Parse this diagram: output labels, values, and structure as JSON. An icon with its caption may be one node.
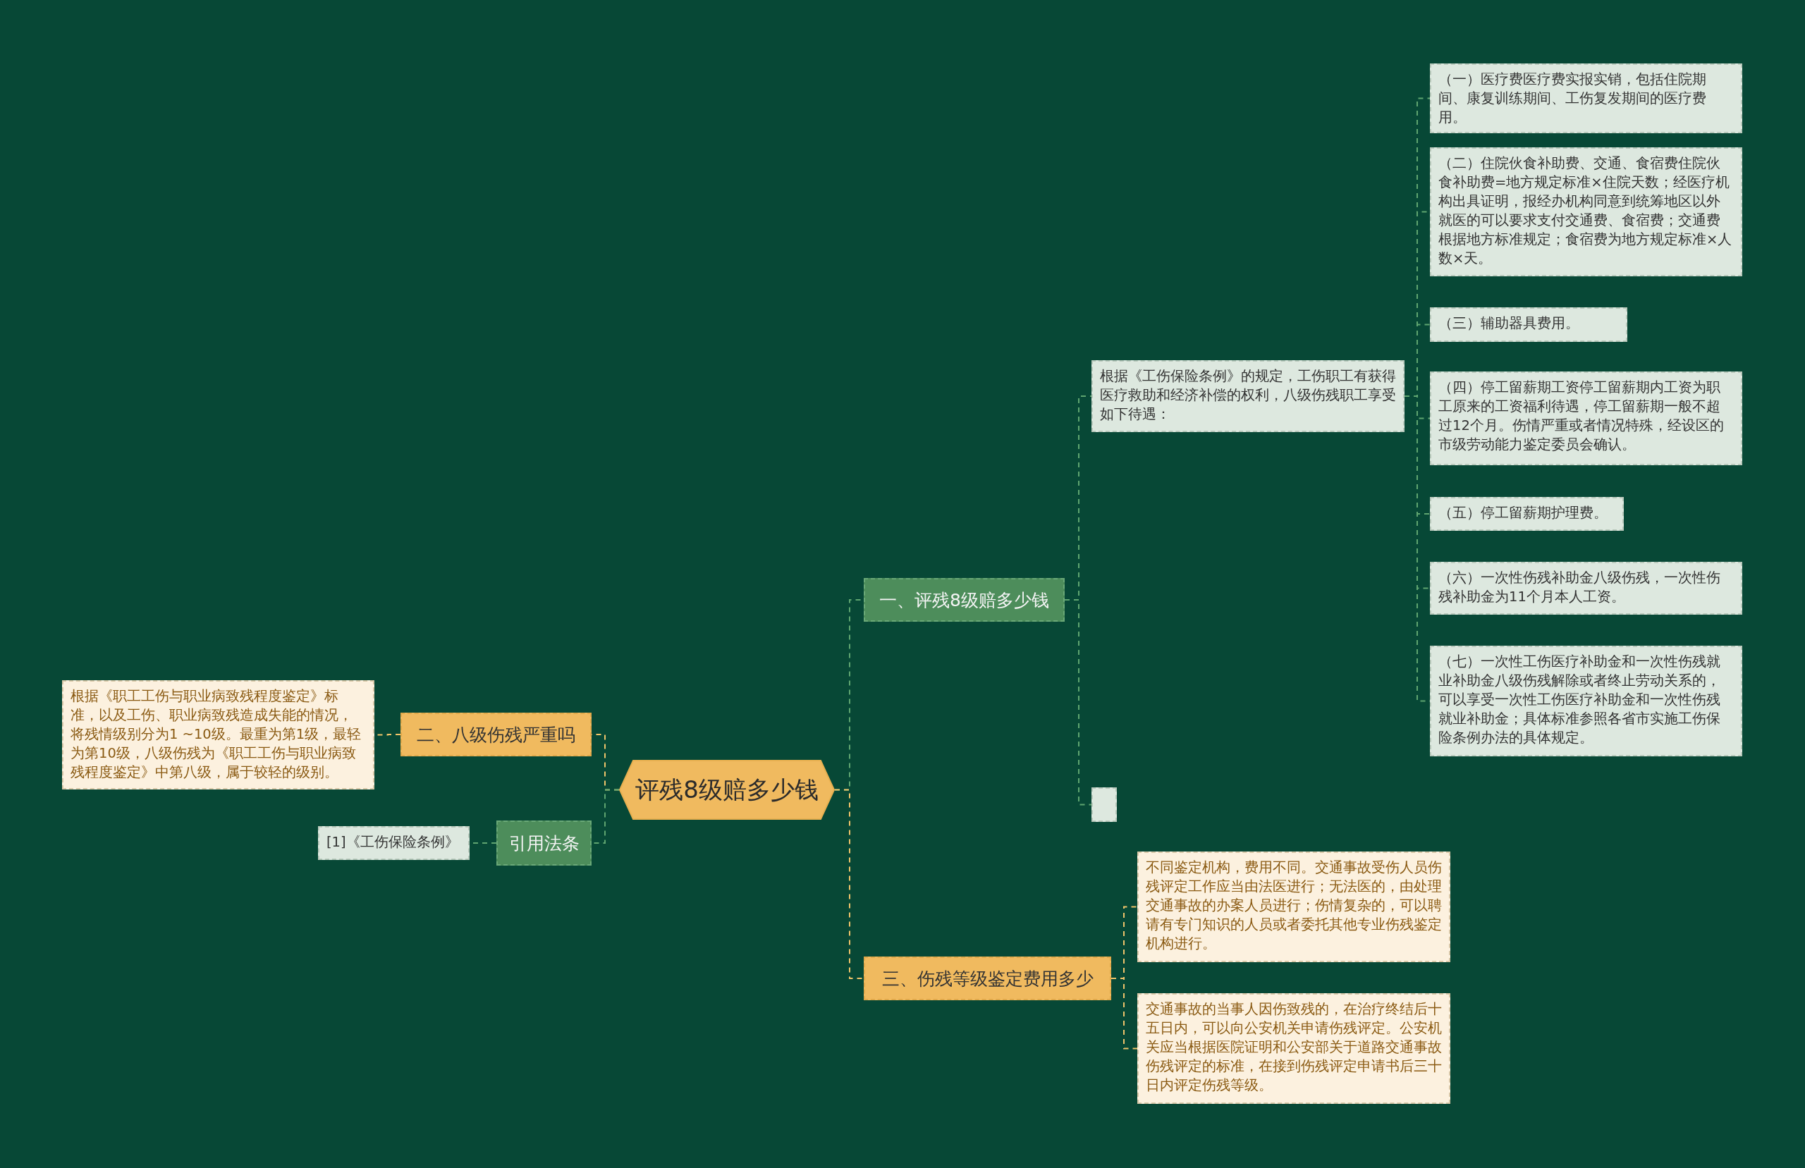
{
  "diagram": {
    "nodes": [
      {
        "text": [
          "评残8级赔多少钱"
        ]
      },
      {
        "text": [
          "一、评残8级赔多少钱"
        ]
      },
      {
        "text": [
          "根据《工伤保险条例》的规定，工伤职工有获得医疗救助和经济补偿的权利，八级伤残职工享受如下待遇："
        ]
      },
      {
        "text": [
          "（一）医疗费医疗费实报实销，包括住院期间、康复训练期间、工伤复发期间的医疗费用。"
        ]
      },
      {
        "text": [
          "（二）住院伙食补助费、交通、食宿费住院伙食补助费=地方规定标准×住院天数；经医疗机构出具证明，报经办机构同意到统筹地区以外就医的可以要求支付交通费、食宿费；交通费根据地方标准规定；食宿费为地方规定标准×人数×天。"
        ]
      },
      {
        "text": [
          "（三）辅助器具费用。"
        ]
      },
      {
        "text": [
          "（四）停工留薪期工资停工留薪期内工资为职工原来的工资福利待遇，停工留薪期一般不超过12个月。伤情严重或者情况特殊，经设区的市级劳动能力鉴定委员会确认。"
        ]
      },
      {
        "text": [
          "（五）停工留薪期护理费。"
        ]
      },
      {
        "text": [
          "（六）一次性伤残补助金八级伤残，一次性伤残补助金为11个月本人工资。"
        ]
      },
      {
        "text": [
          "（七）一次性工伤医疗补助金和一次性伤残就业补助金八级伤残解除或者终止劳动关系的，可以享受一次性工伤医疗补助金和一次性伤残就业补助金；具体标准参照各省市实施工伤保险条例办法的具体规定。"
        ]
      },
      {
        "text": [],
        "shape": "box"
      },
      {
        "text": [
          "三、伤残等级鉴定费用多少"
        ]
      },
      {
        "text": [
          "不同鉴定机构，费用不同。交通事故受伤人员伤残评定工作应当由法医进行；无法医的，由处理交通事故的办案人员进行；伤情复杂的，可以聘请有专门知识的人员或者委托其他专业伤残鉴定机构进行。"
        ]
      },
      {
        "text": [
          "交通事故的当事人因伤致残的，在治疗终结后十五日内，可以向公安机关申请伤残评定。公安机关应当根据医院证明和公安部关于道路交通事故伤残评定的标准，在接到伤残评定申请书后三十日内评定伤残等级。"
        ]
      },
      {
        "text": [
          "二、八级伤残严重吗"
        ]
      },
      {
        "text": [
          "根据《职工工伤与职业病致残程度鉴定》标准，以及工伤、职业病致残造成失能的情况，将残情级别分为1 ~10级。最重为第1级，最轻为第10级，八级伤残为《职工工伤与职业病致残程度鉴定》中第八级，属于较轻的级别。"
        ]
      },
      {
        "text": [
          "引用法条"
        ]
      },
      {
        "text": [
          "[1]《工伤保险条例》"
        ]
      }
    ],
    "edges": [
      {
        "from": 0,
        "to": 1,
        "arrow": "none"
      },
      {
        "from": 1,
        "to": 2,
        "arrow": "none"
      },
      {
        "from": 2,
        "to": 3,
        "arrow": "none"
      },
      {
        "from": 2,
        "to": 4,
        "arrow": "none"
      },
      {
        "from": 2,
        "to": 5,
        "arrow": "none"
      },
      {
        "from": 2,
        "to": 6,
        "arrow": "none"
      },
      {
        "from": 2,
        "to": 7,
        "arrow": "none"
      },
      {
        "from": 2,
        "to": 8,
        "arrow": "none"
      },
      {
        "from": 2,
        "to": 9,
        "arrow": "none"
      },
      {
        "from": 1,
        "to": 10,
        "arrow": "none"
      },
      {
        "from": 0,
        "to": 11,
        "arrow": "none",
        "color": "#f0c46a"
      },
      {
        "from": 11,
        "to": 12,
        "arrow": "none",
        "color": "#f0c46a"
      },
      {
        "from": 11,
        "to": 13,
        "arrow": "none",
        "color": "#f0c46a"
      },
      {
        "from": 0,
        "to": 14,
        "arrow": "none",
        "color": "#f0c46a"
      },
      {
        "from": 14,
        "to": 15,
        "arrow": "none",
        "color": "#f0c46a"
      },
      {
        "from": 0,
        "to": 16,
        "arrow": "none"
      },
      {
        "from": 16,
        "to": 17,
        "arrow": "none"
      }
    ]
  }
}
